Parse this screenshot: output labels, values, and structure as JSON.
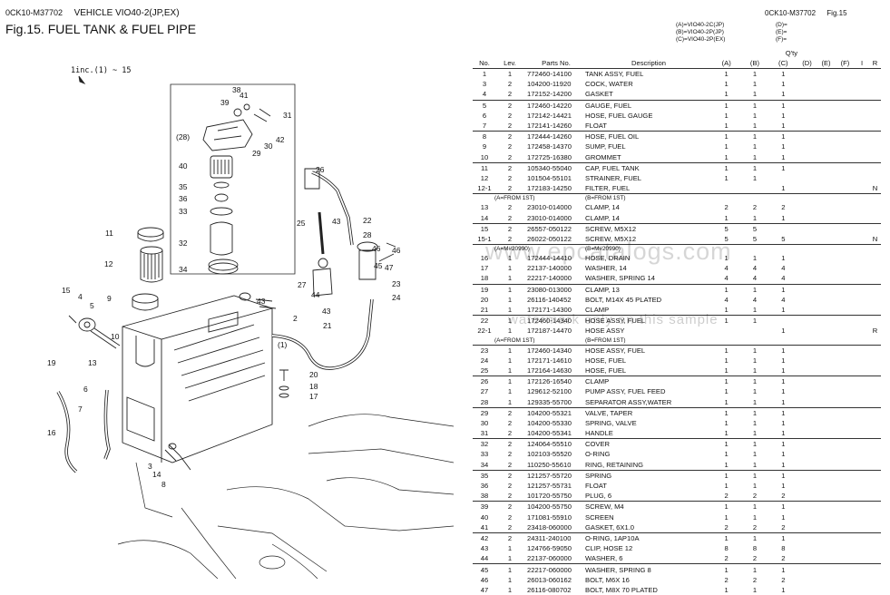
{
  "header": {
    "code_left": "0CK10-M37702",
    "vehicle": "VEHICLE VIO40-2(JP,EX)",
    "fig_title": "Fig.15.  FUEL TANK & FUEL PIPE",
    "code_right": "0CK10-M37702",
    "fig_right": "Fig.15"
  },
  "models": {
    "a": "(A)=VIO40-2C(JP)",
    "b": "(B)=VIO40-2P(JP)",
    "c": "(C)=VIO40-2P(EX)",
    "d": "(D)=",
    "e": "(E)=",
    "f": "(F)="
  },
  "columns": {
    "no": "No.",
    "lev": "Lev.",
    "parts_no": "Parts No.",
    "description": "Description",
    "qty": "Q'ty",
    "a": "(A)",
    "b": "(B)",
    "c": "(C)",
    "d": "(D)",
    "e": "(E)",
    "f": "(F)",
    "i": "I",
    "r": "R"
  },
  "diagram": {
    "include_note": "1inc.(1) ~ 15",
    "callouts": [
      "41",
      "38",
      "39",
      "31",
      "(28)",
      "42",
      "30",
      "29",
      "40",
      "35",
      "36",
      "33",
      "32",
      "34",
      "11",
      "12",
      "9",
      "15",
      "4",
      "5",
      "19",
      "13",
      "6",
      "7",
      "16",
      "3",
      "14",
      "8",
      "10",
      "43",
      "(1)",
      "20",
      "18",
      "17",
      "2",
      "26",
      "25",
      "43",
      "22",
      "28",
      "46",
      "27",
      "44",
      "45",
      "47",
      "46",
      "43",
      "23",
      "24",
      "21"
    ]
  },
  "watermark": {
    "line1": "www.epcatalogs.com",
    "line2": "watermark only on this sample"
  },
  "rows": [
    {
      "type": "part",
      "no": "1",
      "lev": "1",
      "pn": "772460-14100",
      "desc": "TANK ASSY, FUEL",
      "a": "1",
      "b": "1",
      "c": "1",
      "d": "",
      "e": "",
      "f": "",
      "i": "",
      "r": "",
      "top": true
    },
    {
      "type": "part",
      "no": "3",
      "lev": "2",
      "pn": "104200-11920",
      "desc": "COCK, WATER",
      "a": "1",
      "b": "1",
      "c": "1",
      "d": "",
      "e": "",
      "f": "",
      "i": "",
      "r": ""
    },
    {
      "type": "part",
      "no": "4",
      "lev": "2",
      "pn": "172152-14200",
      "desc": "GASKET",
      "a": "1",
      "b": "1",
      "c": "1",
      "d": "",
      "e": "",
      "f": "",
      "i": "",
      "r": ""
    },
    {
      "type": "part",
      "no": "5",
      "lev": "2",
      "pn": "172460-14220",
      "desc": "GAUGE, FUEL",
      "a": "1",
      "b": "1",
      "c": "1",
      "d": "",
      "e": "",
      "f": "",
      "i": "",
      "r": "",
      "top": true
    },
    {
      "type": "part",
      "no": "6",
      "lev": "2",
      "pn": "172142-14421",
      "desc": "HOSE, FUEL GAUGE",
      "a": "1",
      "b": "1",
      "c": "1",
      "d": "",
      "e": "",
      "f": "",
      "i": "",
      "r": ""
    },
    {
      "type": "part",
      "no": "7",
      "lev": "2",
      "pn": "172141-14260",
      "desc": "FLOAT",
      "a": "1",
      "b": "1",
      "c": "1",
      "d": "",
      "e": "",
      "f": "",
      "i": "",
      "r": ""
    },
    {
      "type": "part",
      "no": "8",
      "lev": "2",
      "pn": "172444-14260",
      "desc": "HOSE, FUEL OIL",
      "a": "1",
      "b": "1",
      "c": "1",
      "d": "",
      "e": "",
      "f": "",
      "i": "",
      "r": "",
      "top": true
    },
    {
      "type": "part",
      "no": "9",
      "lev": "2",
      "pn": "172458-14370",
      "desc": "SUMP, FUEL",
      "a": "1",
      "b": "1",
      "c": "1",
      "d": "",
      "e": "",
      "f": "",
      "i": "",
      "r": ""
    },
    {
      "type": "part",
      "no": "10",
      "lev": "2",
      "pn": "172725-16380",
      "desc": "GROMMET",
      "a": "1",
      "b": "1",
      "c": "1",
      "d": "",
      "e": "",
      "f": "",
      "i": "",
      "r": ""
    },
    {
      "type": "part",
      "no": "11",
      "lev": "2",
      "pn": "105340-55040",
      "desc": "CAP, FUEL TANK",
      "a": "1",
      "b": "1",
      "c": "1",
      "d": "",
      "e": "",
      "f": "",
      "i": "",
      "r": "",
      "top": true
    },
    {
      "type": "part",
      "no": "12",
      "lev": "2",
      "pn": "101504-55101",
      "desc": "STRAINER, FUEL",
      "a": "1",
      "b": "1",
      "c": "",
      "d": "",
      "e": "",
      "f": "",
      "i": "",
      "r": ""
    },
    {
      "type": "part",
      "no": "12-1",
      "lev": "2",
      "pn": "172183-14250",
      "desc": "FILTER, FUEL",
      "a": "",
      "b": "",
      "c": "1",
      "d": "",
      "e": "",
      "f": "",
      "i": "",
      "r": "N"
    },
    {
      "type": "note",
      "text1": "(A=FROM 1ST)",
      "text2": "(B=FROM 1ST)",
      "top": true
    },
    {
      "type": "part",
      "no": "13",
      "lev": "2",
      "pn": "23010-014000",
      "desc": "CLAMP, 14",
      "a": "2",
      "b": "2",
      "c": "2",
      "d": "",
      "e": "",
      "f": "",
      "i": "",
      "r": ""
    },
    {
      "type": "part",
      "no": "14",
      "lev": "2",
      "pn": "23010-014000",
      "desc": "CLAMP, 14",
      "a": "1",
      "b": "1",
      "c": "1",
      "d": "",
      "e": "",
      "f": "",
      "i": "",
      "r": ""
    },
    {
      "type": "part",
      "no": "15",
      "lev": "2",
      "pn": "26557-050122",
      "desc": "SCREW, M5X12",
      "a": "5",
      "b": "5",
      "c": "",
      "d": "",
      "e": "",
      "f": "",
      "i": "",
      "r": "",
      "top": true
    },
    {
      "type": "part",
      "no": "15-1",
      "lev": "2",
      "pn": "26022-050122",
      "desc": "SCREW, M5X12",
      "a": "5",
      "b": "5",
      "c": "5",
      "d": "",
      "e": "",
      "f": "",
      "i": "",
      "r": "N"
    },
    {
      "type": "note",
      "text1": "(A=M#20990)",
      "text2": "(B=M#20990)",
      "top": true
    },
    {
      "type": "part",
      "no": "16",
      "lev": "1",
      "pn": "172444-14410",
      "desc": "HOSE, DRAIN",
      "a": "1",
      "b": "1",
      "c": "1",
      "d": "",
      "e": "",
      "f": "",
      "i": "",
      "r": ""
    },
    {
      "type": "part",
      "no": "17",
      "lev": "1",
      "pn": "22137-140000",
      "desc": "WASHER, 14",
      "a": "4",
      "b": "4",
      "c": "4",
      "d": "",
      "e": "",
      "f": "",
      "i": "",
      "r": ""
    },
    {
      "type": "part",
      "no": "18",
      "lev": "1",
      "pn": "22217-140000",
      "desc": "WASHER, SPRING 14",
      "a": "4",
      "b": "4",
      "c": "4",
      "d": "",
      "e": "",
      "f": "",
      "i": "",
      "r": ""
    },
    {
      "type": "part",
      "no": "19",
      "lev": "1",
      "pn": "23080-013000",
      "desc": "CLAMP, 13",
      "a": "1",
      "b": "1",
      "c": "1",
      "d": "",
      "e": "",
      "f": "",
      "i": "",
      "r": "",
      "top": true
    },
    {
      "type": "part",
      "no": "20",
      "lev": "1",
      "pn": "26116-140452",
      "desc": "BOLT, M14X 45 PLATED",
      "a": "4",
      "b": "4",
      "c": "4",
      "d": "",
      "e": "",
      "f": "",
      "i": "",
      "r": ""
    },
    {
      "type": "part",
      "no": "21",
      "lev": "1",
      "pn": "172171-14300",
      "desc": "CLAMP",
      "a": "1",
      "b": "1",
      "c": "1",
      "d": "",
      "e": "",
      "f": "",
      "i": "",
      "r": ""
    },
    {
      "type": "part",
      "no": "22",
      "lev": "1",
      "pn": "172460-14340",
      "desc": "HOSE ASSY, FUEL",
      "a": "1",
      "b": "1",
      "c": "",
      "d": "",
      "e": "",
      "f": "",
      "i": "",
      "r": "",
      "top": true
    },
    {
      "type": "part",
      "no": "22-1",
      "lev": "1",
      "pn": "172187-14470",
      "desc": "HOSE ASSY",
      "a": "",
      "b": "",
      "c": "1",
      "d": "",
      "e": "",
      "f": "",
      "i": "",
      "r": "R"
    },
    {
      "type": "note",
      "text1": "(A=FROM 1ST)",
      "text2": "(B=FROM 1ST)",
      "top": false
    },
    {
      "type": "part",
      "no": "23",
      "lev": "1",
      "pn": "172460-14340",
      "desc": "HOSE ASSY, FUEL",
      "a": "1",
      "b": "1",
      "c": "1",
      "d": "",
      "e": "",
      "f": "",
      "i": "",
      "r": "",
      "top": true
    },
    {
      "type": "part",
      "no": "24",
      "lev": "1",
      "pn": "172171-14610",
      "desc": "HOSE, FUEL",
      "a": "1",
      "b": "1",
      "c": "1",
      "d": "",
      "e": "",
      "f": "",
      "i": "",
      "r": ""
    },
    {
      "type": "part",
      "no": "25",
      "lev": "1",
      "pn": "172164-14630",
      "desc": "HOSE, FUEL",
      "a": "1",
      "b": "1",
      "c": "1",
      "d": "",
      "e": "",
      "f": "",
      "i": "",
      "r": ""
    },
    {
      "type": "part",
      "no": "26",
      "lev": "1",
      "pn": "172126-16540",
      "desc": "CLAMP",
      "a": "1",
      "b": "1",
      "c": "1",
      "d": "",
      "e": "",
      "f": "",
      "i": "",
      "r": "",
      "top": true
    },
    {
      "type": "part",
      "no": "27",
      "lev": "1",
      "pn": "129612-52100",
      "desc": "PUMP ASSY, FUEL FEED",
      "a": "1",
      "b": "1",
      "c": "1",
      "d": "",
      "e": "",
      "f": "",
      "i": "",
      "r": ""
    },
    {
      "type": "part",
      "no": "28",
      "lev": "1",
      "pn": "129335-55700",
      "desc": "SEPARATOR ASSY,WATER",
      "a": "1",
      "b": "1",
      "c": "1",
      "d": "",
      "e": "",
      "f": "",
      "i": "",
      "r": ""
    },
    {
      "type": "part",
      "no": "29",
      "lev": "2",
      "pn": "104200-55321",
      "desc": "VALVE, TAPER",
      "a": "1",
      "b": "1",
      "c": "1",
      "d": "",
      "e": "",
      "f": "",
      "i": "",
      "r": "",
      "top": true
    },
    {
      "type": "part",
      "no": "30",
      "lev": "2",
      "pn": "104200-55330",
      "desc": "SPRING, VALVE",
      "a": "1",
      "b": "1",
      "c": "1",
      "d": "",
      "e": "",
      "f": "",
      "i": "",
      "r": ""
    },
    {
      "type": "part",
      "no": "31",
      "lev": "2",
      "pn": "104200-55341",
      "desc": "HANDLE",
      "a": "1",
      "b": "1",
      "c": "1",
      "d": "",
      "e": "",
      "f": "",
      "i": "",
      "r": ""
    },
    {
      "type": "part",
      "no": "32",
      "lev": "2",
      "pn": "124064-55510",
      "desc": "COVER",
      "a": "1",
      "b": "1",
      "c": "1",
      "d": "",
      "e": "",
      "f": "",
      "i": "",
      "r": "",
      "top": true
    },
    {
      "type": "part",
      "no": "33",
      "lev": "2",
      "pn": "102103-55520",
      "desc": "O-RING",
      "a": "1",
      "b": "1",
      "c": "1",
      "d": "",
      "e": "",
      "f": "",
      "i": "",
      "r": ""
    },
    {
      "type": "part",
      "no": "34",
      "lev": "2",
      "pn": "110250-55610",
      "desc": "RING, RETAINING",
      "a": "1",
      "b": "1",
      "c": "1",
      "d": "",
      "e": "",
      "f": "",
      "i": "",
      "r": ""
    },
    {
      "type": "part",
      "no": "35",
      "lev": "2",
      "pn": "121257-55720",
      "desc": "SPRING",
      "a": "1",
      "b": "1",
      "c": "1",
      "d": "",
      "e": "",
      "f": "",
      "i": "",
      "r": "",
      "top": true
    },
    {
      "type": "part",
      "no": "36",
      "lev": "2",
      "pn": "121257-55731",
      "desc": "FLOAT",
      "a": "1",
      "b": "1",
      "c": "1",
      "d": "",
      "e": "",
      "f": "",
      "i": "",
      "r": ""
    },
    {
      "type": "part",
      "no": "38",
      "lev": "2",
      "pn": "101720-55750",
      "desc": "PLUG, 6",
      "a": "2",
      "b": "2",
      "c": "2",
      "d": "",
      "e": "",
      "f": "",
      "i": "",
      "r": ""
    },
    {
      "type": "part",
      "no": "39",
      "lev": "2",
      "pn": "104200-55750",
      "desc": "SCREW, M4",
      "a": "1",
      "b": "1",
      "c": "1",
      "d": "",
      "e": "",
      "f": "",
      "i": "",
      "r": "",
      "top": true
    },
    {
      "type": "part",
      "no": "40",
      "lev": "2",
      "pn": "171081-55910",
      "desc": "SCREEN",
      "a": "1",
      "b": "1",
      "c": "1",
      "d": "",
      "e": "",
      "f": "",
      "i": "",
      "r": ""
    },
    {
      "type": "part",
      "no": "41",
      "lev": "2",
      "pn": "23418-060000",
      "desc": "GASKET, 6X1.0",
      "a": "2",
      "b": "2",
      "c": "2",
      "d": "",
      "e": "",
      "f": "",
      "i": "",
      "r": ""
    },
    {
      "type": "part",
      "no": "42",
      "lev": "2",
      "pn": "24311-240100",
      "desc": "O-RING, 1AP10A",
      "a": "1",
      "b": "1",
      "c": "1",
      "d": "",
      "e": "",
      "f": "",
      "i": "",
      "r": "",
      "top": true
    },
    {
      "type": "part",
      "no": "43",
      "lev": "1",
      "pn": "124766-59050",
      "desc": "CLIP, HOSE 12",
      "a": "8",
      "b": "8",
      "c": "8",
      "d": "",
      "e": "",
      "f": "",
      "i": "",
      "r": ""
    },
    {
      "type": "part",
      "no": "44",
      "lev": "1",
      "pn": "22137-060000",
      "desc": "WASHER, 6",
      "a": "2",
      "b": "2",
      "c": "2",
      "d": "",
      "e": "",
      "f": "",
      "i": "",
      "r": ""
    },
    {
      "type": "part",
      "no": "45",
      "lev": "1",
      "pn": "22217-060000",
      "desc": "WASHER, SPRING  8",
      "a": "1",
      "b": "1",
      "c": "1",
      "d": "",
      "e": "",
      "f": "",
      "i": "",
      "r": "",
      "top": true
    },
    {
      "type": "part",
      "no": "46",
      "lev": "1",
      "pn": "26013-060162",
      "desc": "BOLT, M6X 16",
      "a": "2",
      "b": "2",
      "c": "2",
      "d": "",
      "e": "",
      "f": "",
      "i": "",
      "r": ""
    },
    {
      "type": "part",
      "no": "47",
      "lev": "1",
      "pn": "26116-080702",
      "desc": "BOLT, M8X 70 PLATED",
      "a": "1",
      "b": "1",
      "c": "1",
      "d": "",
      "e": "",
      "f": "",
      "i": "",
      "r": ""
    }
  ]
}
